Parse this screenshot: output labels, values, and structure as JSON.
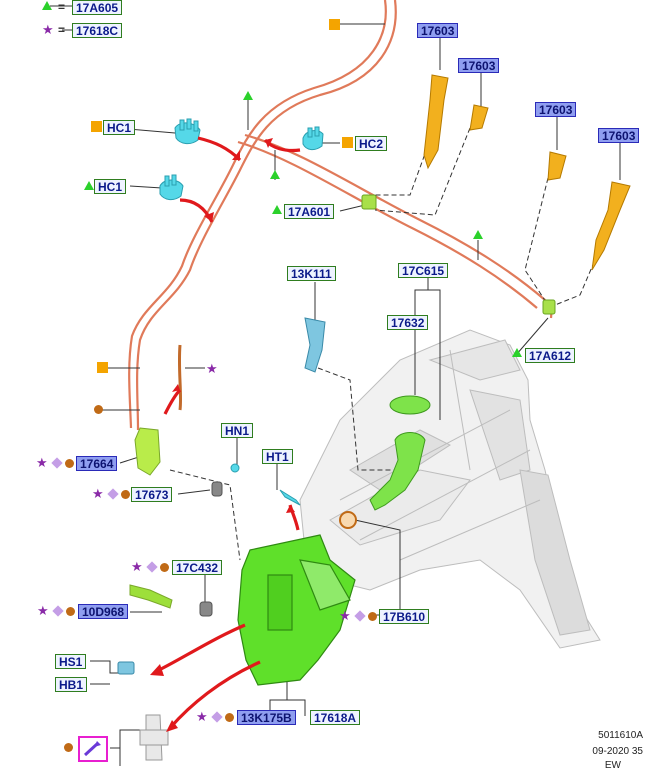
{
  "legend": {
    "triangle_ref": "17A605",
    "star_ref": "17618C",
    "equals": "="
  },
  "labels": {
    "hc1_top": "HC1",
    "hc2": "HC2",
    "hc1_mid": "HC1",
    "a601": "17A601",
    "r603_1": "17603",
    "r603_2": "17603",
    "r603_3": "17603",
    "r603_4": "17603",
    "k111": "13K111",
    "c615": "17C615",
    "r632": "17632",
    "a612": "17A612",
    "hn1": "HN1",
    "ht1": "HT1",
    "r664": "17664",
    "r673": "17673",
    "c432": "17C432",
    "d968": "10D968",
    "b610": "17B610",
    "hs1": "HS1",
    "hb1": "HB1",
    "k175b": "13K175B",
    "r618a": "17618A"
  },
  "footer": {
    "code": "5011610A",
    "date": "09-2020 35",
    "initials": "EW"
  },
  "colors": {
    "green_border": "#2f7d1f",
    "blue_fill": "#8f9ef0",
    "hose": "#e07a5a",
    "reservoir": "#5fe02a",
    "nozzle": "#f2b01e",
    "clip": "#55d8e8",
    "arrow": "#e0191c",
    "triangle": "#2bd12b",
    "square": "#f4a400",
    "circle": "#c06a16",
    "diamond": "#c49ee6",
    "star": "#8a2aa8",
    "note_box": "#e81fd0"
  },
  "icons": [
    "triangle-icon",
    "star-icon",
    "square-icon",
    "circle-icon",
    "diamond-icon",
    "note-icon"
  ]
}
